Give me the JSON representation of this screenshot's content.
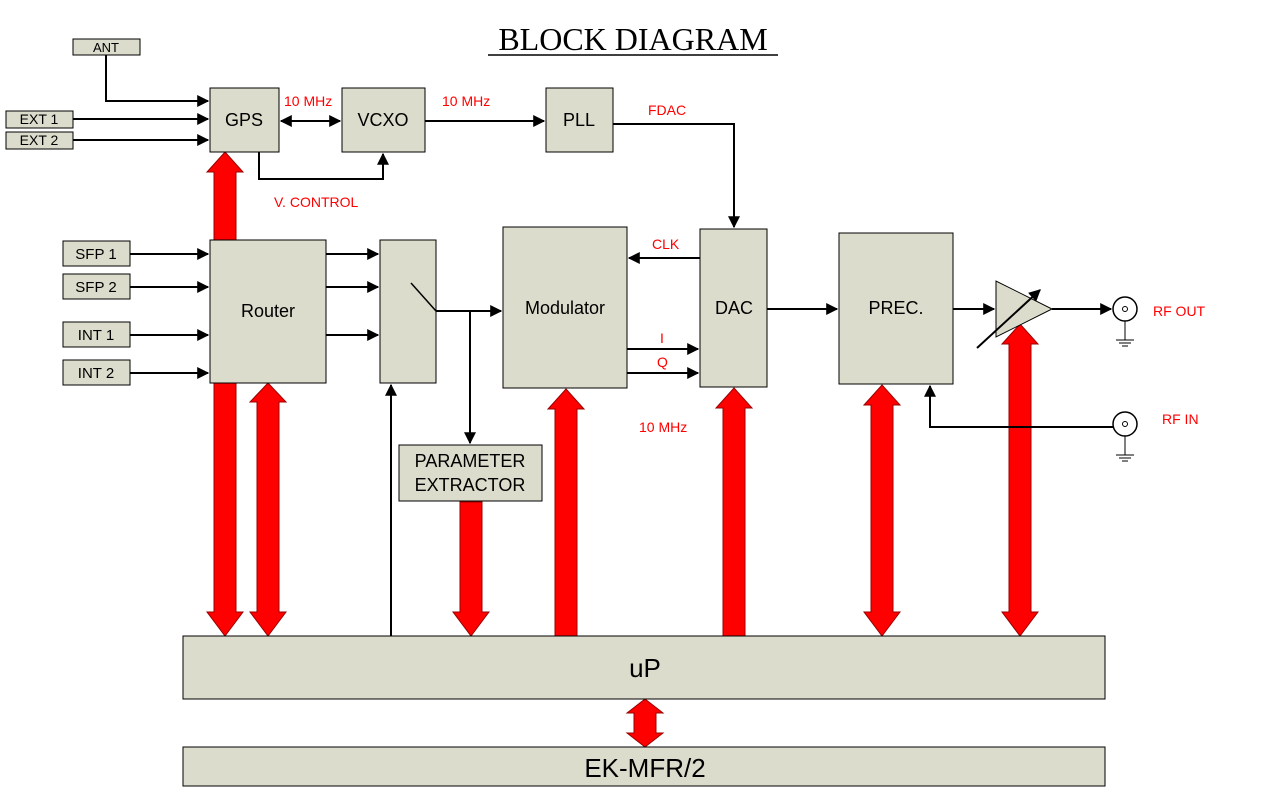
{
  "title": "BLOCK DIAGRAM",
  "inputs": {
    "ant": "ANT",
    "ext1": "EXT 1",
    "ext2": "EXT 2",
    "sfp1": "SFP 1",
    "sfp2": "SFP 2",
    "int1": "INT 1",
    "int2": "INT 2"
  },
  "blocks": {
    "gps": "GPS",
    "vcxo": "VCXO",
    "pll": "PLL",
    "router": "Router",
    "modulator": "Modulator",
    "dac": "DAC",
    "prec": "PREC.",
    "param_line1": "PARAMETER",
    "param_line2": "EXTRACTOR",
    "up": "uP",
    "ekmfr": "EK-MFR/2"
  },
  "signals": {
    "gps_vcxo": "10 MHz",
    "vcxo_pll": "10 MHz",
    "fdac": "FDAC",
    "vcontrol": "V. CONTROL",
    "clk": "CLK",
    "i": "I",
    "q": "Q",
    "ten_mhz": "10 MHz",
    "rf_out": "RF OUT",
    "rf_in": "RF IN"
  },
  "colors": {
    "block_fill": "#dcdccc",
    "bus_arrow": "#ff0000",
    "signal_label": "#ff0000"
  }
}
